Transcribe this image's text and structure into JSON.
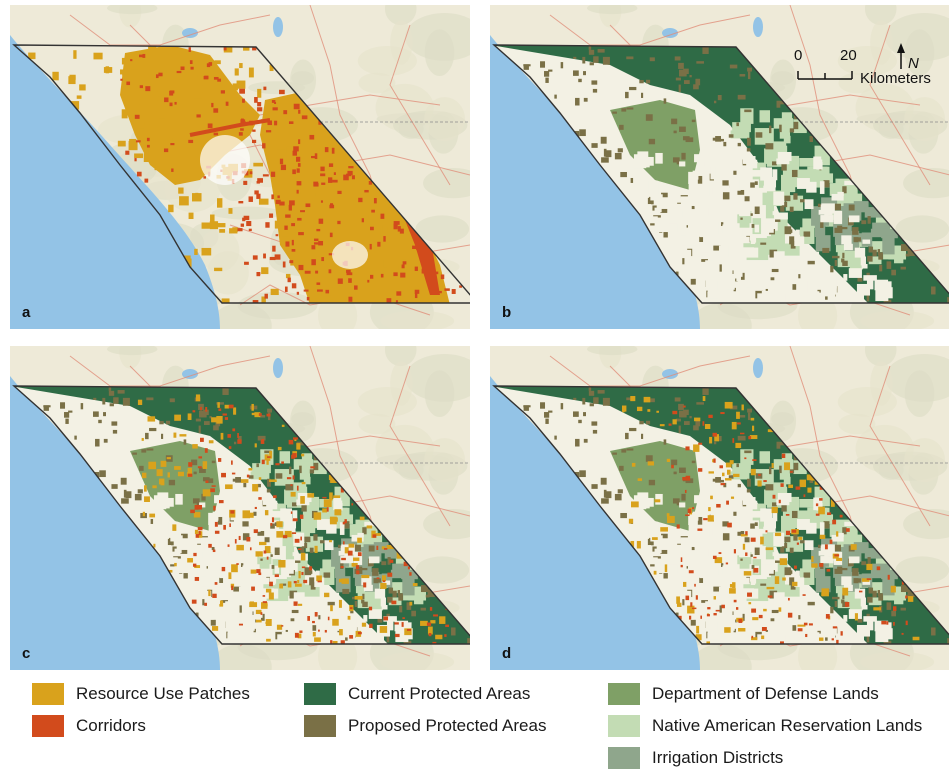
{
  "panels": [
    {
      "id": "a",
      "label": "a",
      "overlay": "resource"
    },
    {
      "id": "b",
      "label": "b",
      "overlay": "protected"
    },
    {
      "id": "c",
      "label": "c",
      "overlay": "combined"
    },
    {
      "id": "d",
      "label": "d",
      "overlay": "combined2"
    }
  ],
  "scale": {
    "start": "0",
    "end": "20",
    "unit": "Kilometers",
    "north": "N"
  },
  "legend": [
    {
      "label": "Resource Use Patches",
      "color": "#d9a21c"
    },
    {
      "label": "Corridors",
      "color": "#d24b1c"
    },
    {
      "label": "Current Protected Areas",
      "color": "#2f6b46"
    },
    {
      "label": "Proposed Protected Areas",
      "color": "#7a7046"
    },
    {
      "label": "Department of Defense Lands",
      "color": "#7fa066"
    },
    {
      "label": "Native American Reservation Lands",
      "color": "#c3dcb4"
    },
    {
      "label": "Irrigation Districts",
      "color": "#8fa68c"
    }
  ],
  "colors": {
    "ocean": "#93c3e6",
    "land": "#eeead8",
    "road": "#e08f7a",
    "boundary": "#333333"
  }
}
